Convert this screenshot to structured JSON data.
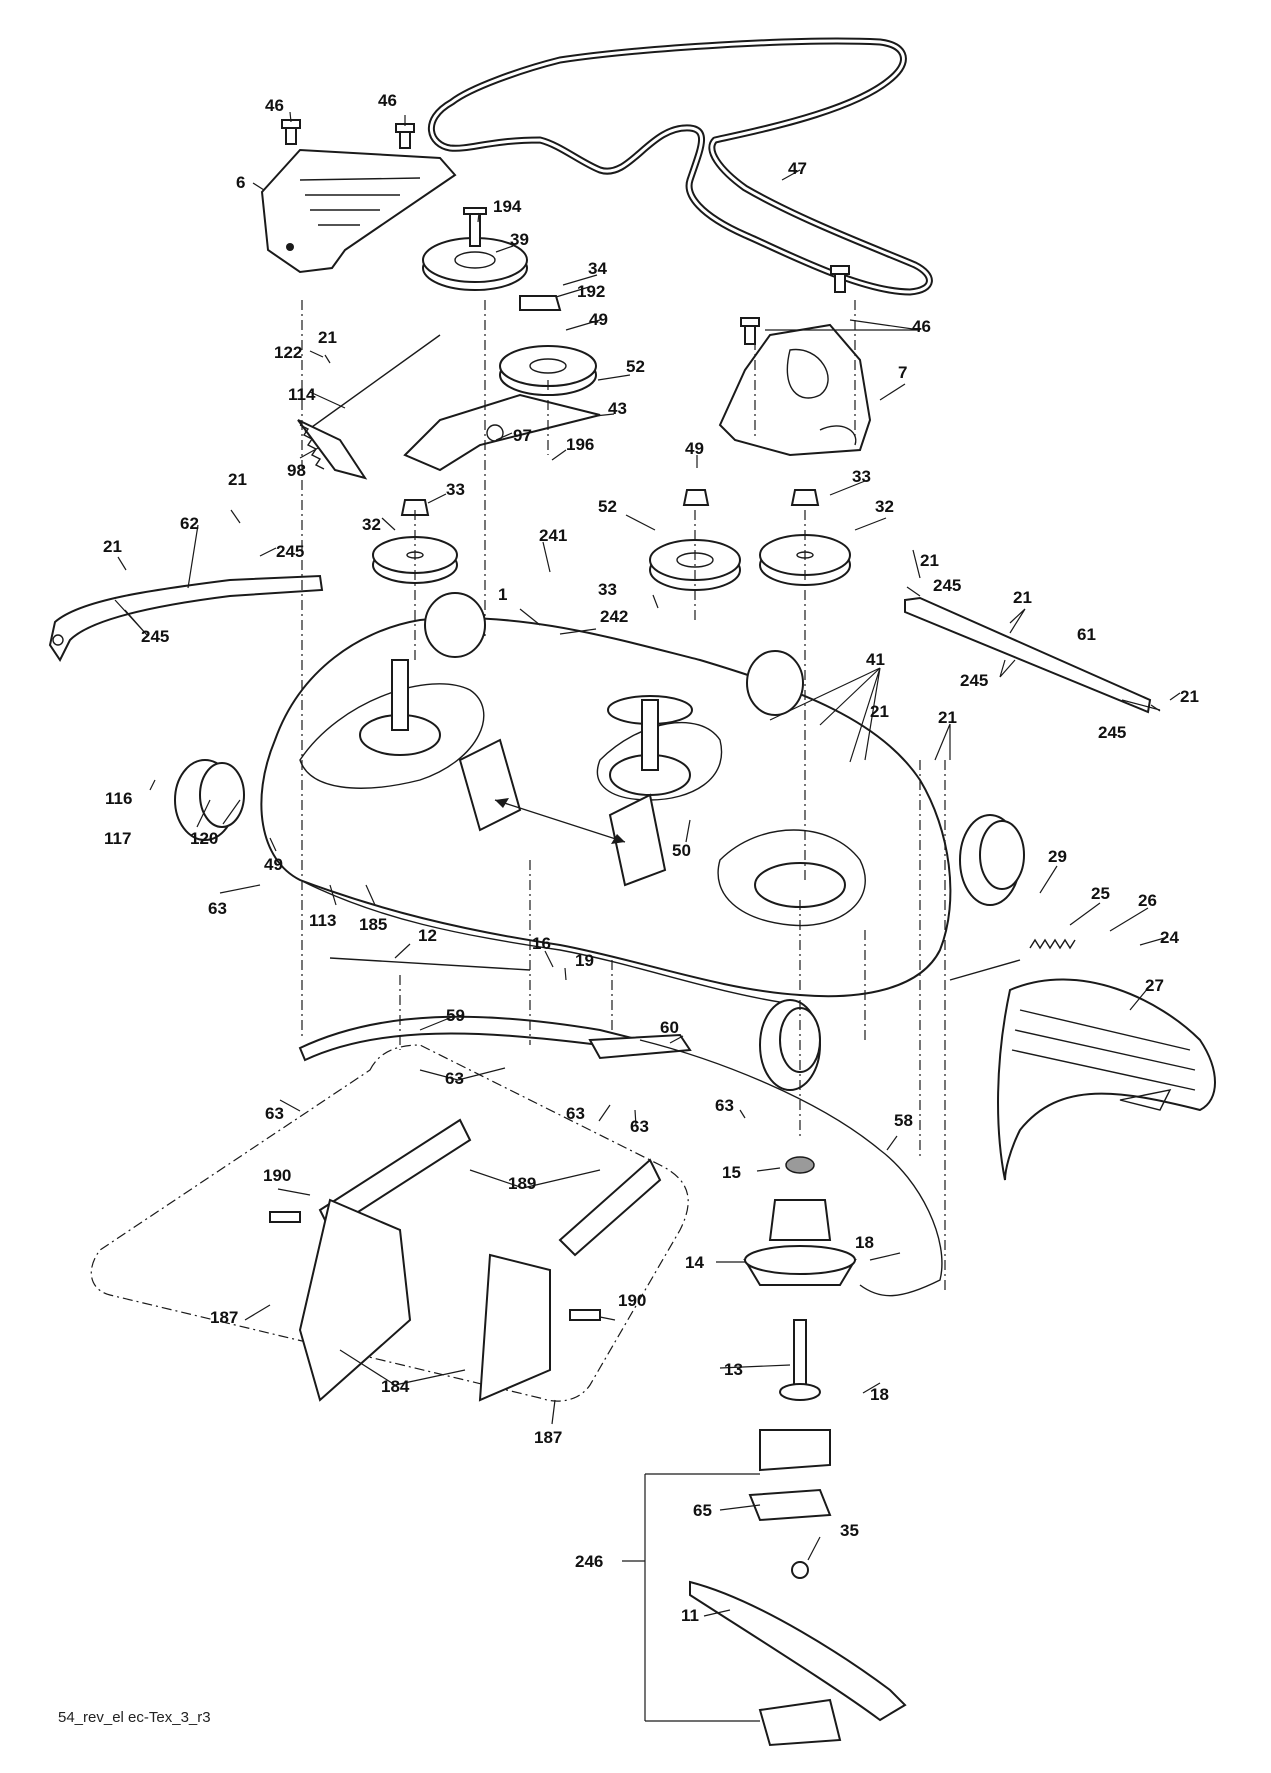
{
  "footer_code": "54_rev_el ec-Tex_3_r3",
  "callouts": [
    {
      "id": "c1",
      "label": "46"
    },
    {
      "id": "c2",
      "label": "46"
    },
    {
      "id": "c3",
      "label": "6"
    },
    {
      "id": "c4",
      "label": "194"
    },
    {
      "id": "c5",
      "label": "39"
    },
    {
      "id": "c6",
      "label": "34"
    },
    {
      "id": "c7",
      "label": "192"
    },
    {
      "id": "c8",
      "label": "49"
    },
    {
      "id": "c9",
      "label": "52"
    },
    {
      "id": "c10",
      "label": "47"
    },
    {
      "id": "c11",
      "label": "46"
    },
    {
      "id": "c12",
      "label": "7"
    },
    {
      "id": "c13",
      "label": "21"
    },
    {
      "id": "c14",
      "label": "122"
    },
    {
      "id": "c15",
      "label": "114"
    },
    {
      "id": "c16",
      "label": "43"
    },
    {
      "id": "c17",
      "label": "97"
    },
    {
      "id": "c18",
      "label": "196"
    },
    {
      "id": "c19",
      "label": "98"
    },
    {
      "id": "c20",
      "label": "33"
    },
    {
      "id": "c21",
      "label": "49"
    },
    {
      "id": "c22",
      "label": "33"
    },
    {
      "id": "c23",
      "label": "21"
    },
    {
      "id": "c24",
      "label": "62"
    },
    {
      "id": "c25",
      "label": "32"
    },
    {
      "id": "c26",
      "label": "52"
    },
    {
      "id": "c27",
      "label": "32"
    },
    {
      "id": "c28",
      "label": "21"
    },
    {
      "id": "c29",
      "label": "245"
    },
    {
      "id": "c30",
      "label": "241"
    },
    {
      "id": "c31",
      "label": "245"
    },
    {
      "id": "c32",
      "label": "1"
    },
    {
      "id": "c33",
      "label": "33"
    },
    {
      "id": "c34",
      "label": "242"
    },
    {
      "id": "c35",
      "label": "21"
    },
    {
      "id": "c36",
      "label": "245"
    },
    {
      "id": "c37",
      "label": "21"
    },
    {
      "id": "c38",
      "label": "61"
    },
    {
      "id": "c39",
      "label": "245"
    },
    {
      "id": "c40",
      "label": "21"
    },
    {
      "id": "c41",
      "label": "245"
    },
    {
      "id": "c42",
      "label": "41"
    },
    {
      "id": "c43",
      "label": "21"
    },
    {
      "id": "c44",
      "label": "21"
    },
    {
      "id": "c45",
      "label": "116"
    },
    {
      "id": "c46",
      "label": "117"
    },
    {
      "id": "c47",
      "label": "120"
    },
    {
      "id": "c48",
      "label": "49"
    },
    {
      "id": "c49",
      "label": "50"
    },
    {
      "id": "c50",
      "label": "63"
    },
    {
      "id": "c51",
      "label": "113"
    },
    {
      "id": "c52",
      "label": "185"
    },
    {
      "id": "c53",
      "label": "29"
    },
    {
      "id": "c54",
      "label": "25"
    },
    {
      "id": "c55",
      "label": "26"
    },
    {
      "id": "c56",
      "label": "24"
    },
    {
      "id": "c57",
      "label": "12"
    },
    {
      "id": "c58",
      "label": "16"
    },
    {
      "id": "c59",
      "label": "19"
    },
    {
      "id": "c60",
      "label": "27"
    },
    {
      "id": "c61",
      "label": "60"
    },
    {
      "id": "c62",
      "label": "59"
    },
    {
      "id": "c63",
      "label": "63"
    },
    {
      "id": "c64",
      "label": "63"
    },
    {
      "id": "c65",
      "label": "63"
    },
    {
      "id": "c66",
      "label": "63"
    },
    {
      "id": "c67",
      "label": "63"
    },
    {
      "id": "c68",
      "label": "58"
    },
    {
      "id": "c69",
      "label": "15"
    },
    {
      "id": "c70",
      "label": "190"
    },
    {
      "id": "c71",
      "label": "189"
    },
    {
      "id": "c72",
      "label": "14"
    },
    {
      "id": "c73",
      "label": "18"
    },
    {
      "id": "c74",
      "label": "187"
    },
    {
      "id": "c75",
      "label": "190"
    },
    {
      "id": "c76",
      "label": "184"
    },
    {
      "id": "c77",
      "label": "13"
    },
    {
      "id": "c78",
      "label": "18"
    },
    {
      "id": "c79",
      "label": "187"
    },
    {
      "id": "c80",
      "label": "65"
    },
    {
      "id": "c81",
      "label": "246"
    },
    {
      "id": "c82",
      "label": "35"
    },
    {
      "id": "c83",
      "label": "11"
    }
  ]
}
